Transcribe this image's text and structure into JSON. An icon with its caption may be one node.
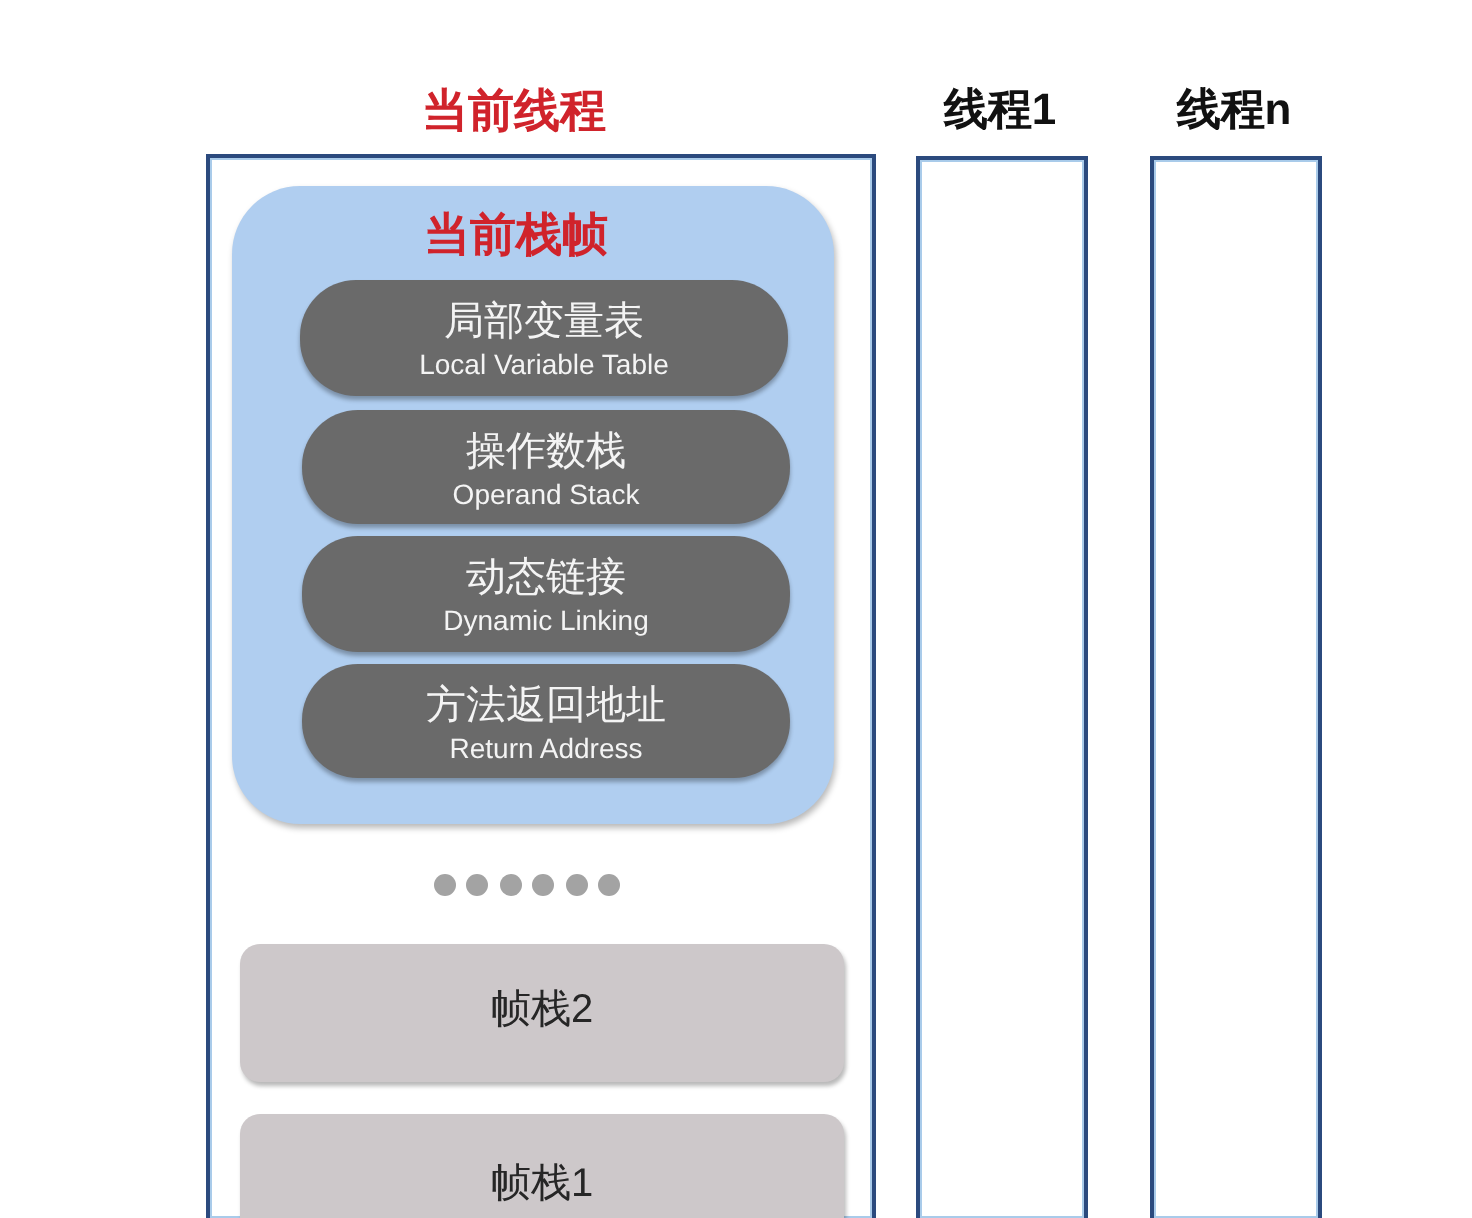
{
  "diagram": {
    "nodes": [
      {
        "text": [
          "当前线程"
        ]
      },
      {
        "text": [
          "当前栈帧"
        ],
        "in": 0
      },
      {
        "text": [
          "局部变量表",
          "Local Variable Table"
        ],
        "in": 1
      },
      {
        "text": [
          "操作数栈",
          "Operand Stack"
        ],
        "in": 1
      },
      {
        "text": [
          "动态链接",
          "Dynamic Linking"
        ],
        "in": 1
      },
      {
        "text": [
          "方法返回地址",
          "Return Address"
        ],
        "in": 1
      },
      {
        "text": [
          "帧栈2"
        ],
        "in": 0
      },
      {
        "text": [
          "帧栈1"
        ],
        "in": 0
      },
      {
        "text": [
          "线程1"
        ]
      },
      {
        "text": [
          "线程n"
        ]
      }
    ]
  }
}
